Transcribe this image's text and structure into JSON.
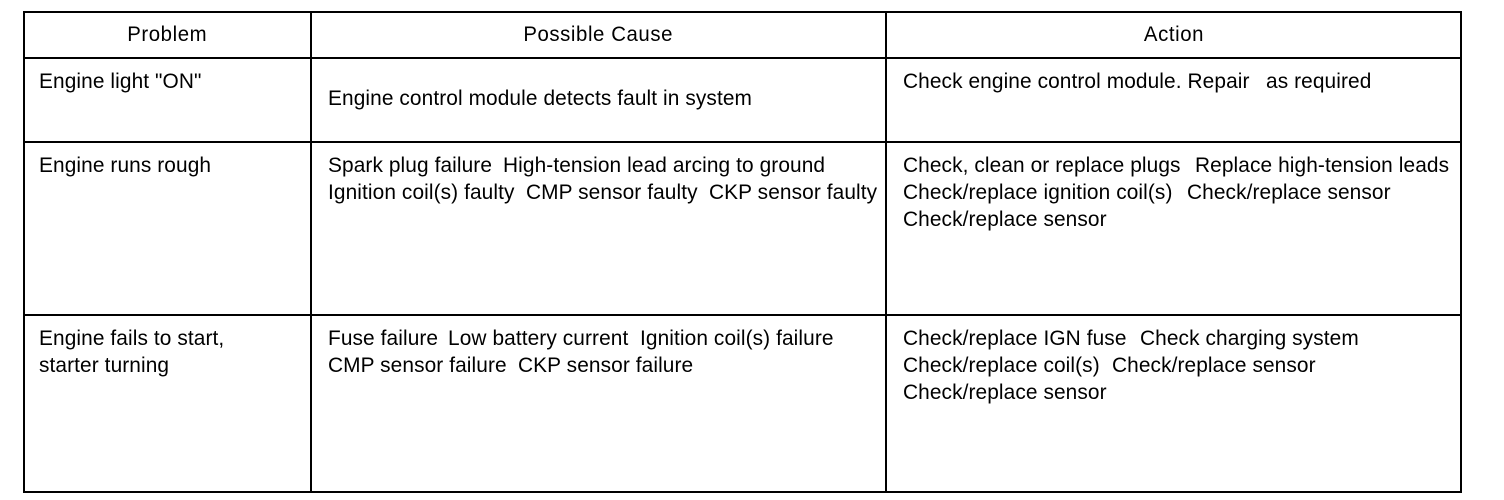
{
  "table": {
    "columns": [
      {
        "key": "problem",
        "label": "Problem"
      },
      {
        "key": "cause",
        "label": "Possible Cause"
      },
      {
        "key": "action",
        "label": "Action"
      }
    ],
    "rows": [
      {
        "problem": [
          "Engine light \"ON\""
        ],
        "cause": [
          "Engine control module detects fault in system"
        ],
        "action": [
          "Check engine control module.  Repair",
          "as required"
        ]
      },
      {
        "problem": [
          "Engine runs rough"
        ],
        "cause": [
          "Spark plug failure",
          "High-tension lead arcing to ground",
          "Ignition coil(s) faulty",
          "CMP sensor faulty",
          "CKP sensor faulty"
        ],
        "action": [
          "Check, clean or replace plugs",
          "Replace high-tension leads",
          "Check/replace ignition coil(s)",
          "Check/replace sensor",
          "Check/replace sensor"
        ]
      },
      {
        "problem": [
          "Engine fails to start,",
          "starter turning"
        ],
        "cause": [
          "Fuse failure",
          "Low battery current",
          "Ignition coil(s) failure",
          "CMP sensor failure",
          "CKP sensor failure"
        ],
        "action": [
          "Check/replace IGN fuse",
          "Check charging system",
          "Check/replace coil(s)",
          "Check/replace sensor",
          "Check/replace sensor"
        ]
      }
    ]
  },
  "colors": {
    "background": "#ffffff",
    "rule": "#000000",
    "text": "#000000"
  }
}
